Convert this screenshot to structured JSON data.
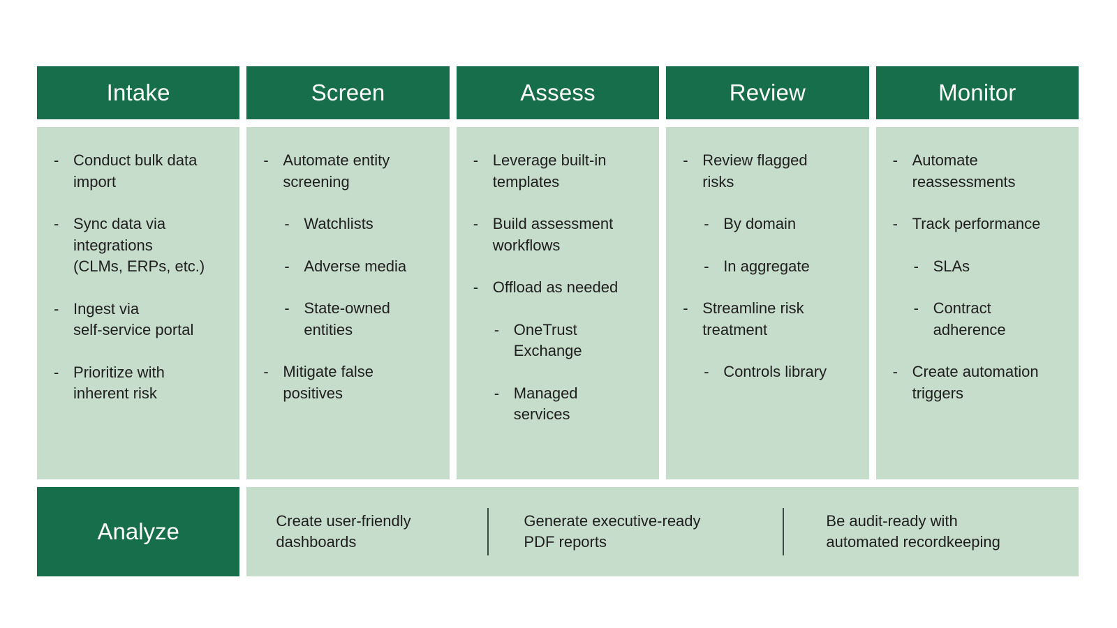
{
  "colors": {
    "header_bg": "#166E4A",
    "panel_bg": "#C7DDCB",
    "text_dark": "#1e1e1e",
    "header_text": "#ffffff",
    "divider": "#3d4a42"
  },
  "list_marker": "-",
  "columns": [
    {
      "title": "Intake",
      "items": [
        {
          "level": 1,
          "text": "Conduct bulk data\nimport"
        },
        {
          "level": 1,
          "text": "Sync data via\nintegrations\n(CLMs, ERPs, etc.)"
        },
        {
          "level": 1,
          "text": "Ingest via\nself-service portal"
        },
        {
          "level": 1,
          "text": "Prioritize with\ninherent risk"
        }
      ]
    },
    {
      "title": "Screen",
      "items": [
        {
          "level": 1,
          "text": "Automate entity\nscreening"
        },
        {
          "level": 2,
          "text": "Watchlists"
        },
        {
          "level": 2,
          "text": "Adverse media"
        },
        {
          "level": 2,
          "text": "State-owned\nentities"
        },
        {
          "level": 1,
          "text": "Mitigate false\npositives"
        }
      ]
    },
    {
      "title": "Assess",
      "items": [
        {
          "level": 1,
          "text": "Leverage built-in\ntemplates"
        },
        {
          "level": 1,
          "text": "Build assessment\nworkflows"
        },
        {
          "level": 1,
          "text": "Offload as needed"
        },
        {
          "level": 2,
          "text": "OneTrust\nExchange"
        },
        {
          "level": 2,
          "text": "Managed\nservices"
        }
      ]
    },
    {
      "title": "Review",
      "items": [
        {
          "level": 1,
          "text": "Review flagged\nrisks"
        },
        {
          "level": 2,
          "text": "By domain"
        },
        {
          "level": 2,
          "text": "In aggregate"
        },
        {
          "level": 1,
          "text": "Streamline risk\ntreatment"
        },
        {
          "level": 2,
          "text": "Controls library"
        }
      ]
    },
    {
      "title": "Monitor",
      "items": [
        {
          "level": 1,
          "text": "Automate\nreassessments"
        },
        {
          "level": 1,
          "text": "Track performance"
        },
        {
          "level": 2,
          "text": "SLAs"
        },
        {
          "level": 2,
          "text": "Contract\nadherence"
        },
        {
          "level": 1,
          "text": "Create automation\ntriggers"
        }
      ]
    }
  ],
  "analyze": {
    "title": "Analyze",
    "items": [
      "Create user-friendly\ndashboards",
      "Generate executive-ready\nPDF reports",
      "Be audit-ready with\nautomated recordkeeping"
    ]
  }
}
